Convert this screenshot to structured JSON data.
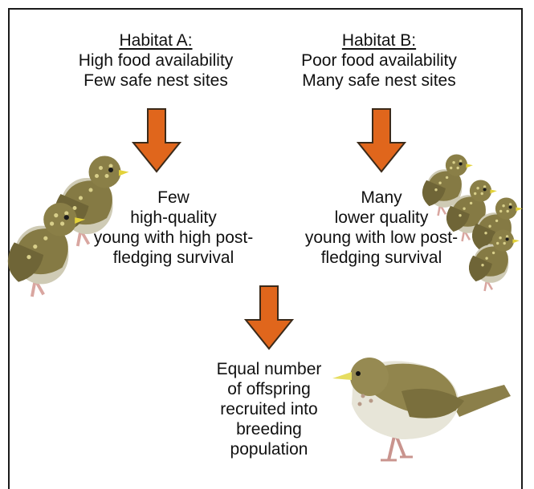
{
  "habitat_a": {
    "title": "Habitat A:",
    "lines": [
      "High food availability",
      "Few safe nest sites"
    ],
    "outcome": [
      "Few",
      "high-quality",
      "young with high post-",
      "fledging survival"
    ]
  },
  "habitat_b": {
    "title": "Habitat B:",
    "lines": [
      "Poor food availability",
      "Many safe nest sites"
    ],
    "outcome": [
      "Many",
      "lower quality",
      "young with low post-",
      "fledging survival"
    ]
  },
  "result": {
    "lines": [
      "Equal number",
      "of offspring",
      "recruited into",
      "breeding",
      "population"
    ]
  },
  "colors": {
    "arrow": "#e0661c",
    "arrow_stroke": "#3b2a1a",
    "fledgling": "#8a7d45",
    "adult": "#94884f"
  },
  "icons": [
    "down-arrow-icon",
    "fledgling-icon",
    "adult-bird-icon"
  ]
}
